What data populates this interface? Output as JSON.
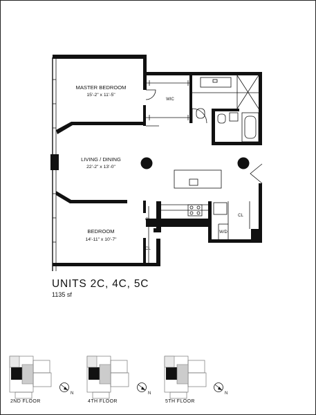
{
  "plan": {
    "rooms": {
      "master_bedroom": {
        "name": "MASTER BEDROOM",
        "dims": "15'-2\" x 11'-5\""
      },
      "living_dining": {
        "name": "LIVING / DINING",
        "dims": "22'-2\" x 13'-0\""
      },
      "bedroom": {
        "name": "BEDROOM",
        "dims": "14'-11\" x 10'-7\""
      }
    },
    "labels": {
      "wic": "WIC",
      "closet_1": "CL",
      "closet_2": "CL",
      "closet_3": "CL",
      "washer_dryer": "W/D"
    }
  },
  "title": {
    "units": "UNITS 2C, 4C, 5C",
    "area": "1135 sf"
  },
  "key_plans": [
    {
      "caption": "2ND FLOOR",
      "north": "N"
    },
    {
      "caption": "4TH FLOOR",
      "north": "N"
    },
    {
      "caption": "5TH FLOOR",
      "north": "N"
    }
  ]
}
